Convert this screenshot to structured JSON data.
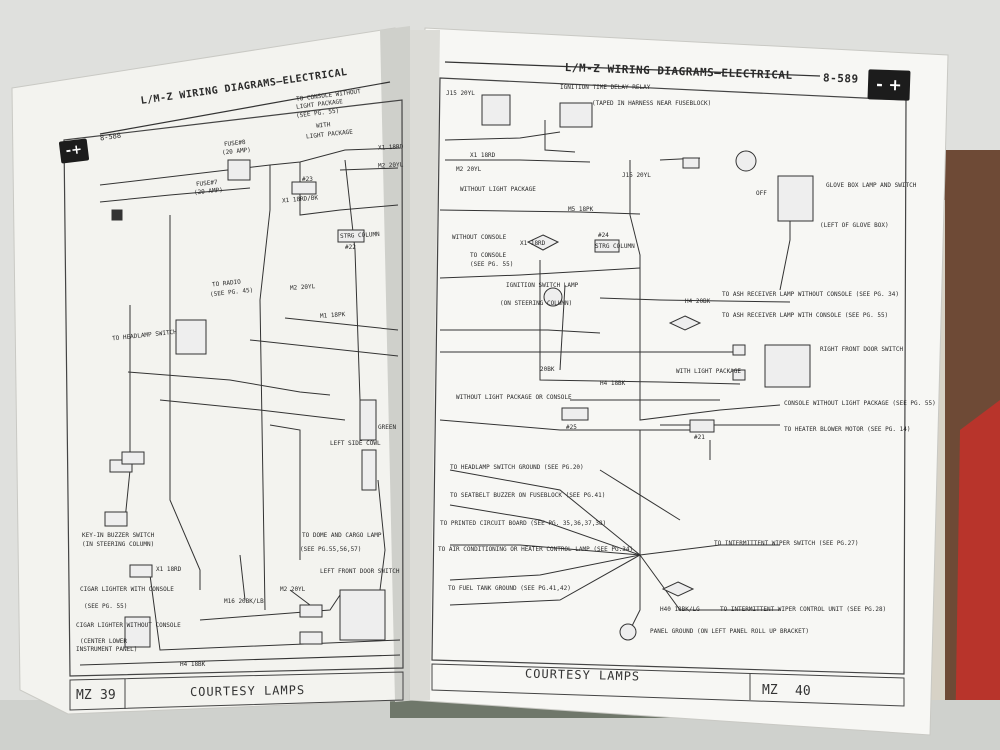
{
  "left_page": {
    "page_number": "8-588",
    "header": "L/M-Z WIRING DIAGRAMS—ELECTRICAL",
    "footer_code": "MZ",
    "footer_page": "39",
    "footer_title": "COURTESY LAMPS",
    "labels": [
      "TO CONSOLE WITHOUT",
      "LIGHT PACKAGE",
      "(SEE PG. 55)",
      "WITH",
      "LIGHT PACKAGE",
      "FUSE#8",
      "(20 AMP)",
      "FUSE#7",
      "(20 AMP)",
      "X1 18RD",
      "M2 20YL",
      "X1 18RD/BK",
      "STRG COLUMN",
      "#22",
      "#23",
      "TO RADIO",
      "(SEE PG. 45)",
      "TO HEADLAMP SWITCH",
      "M1 18PK",
      "M2 20YL",
      "LEFT SIDE COWL",
      "GREEN",
      "TO DOME AND CARGO LAMP",
      "(SEE PG.55,56,57)",
      "LEFT FRONT DOOR SWITCH",
      "M16 20BK/LB",
      "M2 20YL",
      "CIGAR LIGHTER WITH CONSOLE",
      "(SEE PG. 55)",
      "CIGAR LIGHTER WITHOUT CONSOLE",
      "(CENTER LOWER",
      "INSTRUMENT PANEL)",
      "KEY-IN BUZZER SWITCH",
      "(IN STEERING COLUMN)",
      "H4 18BK",
      "X1 18RD"
    ]
  },
  "right_page": {
    "page_number": "8-589",
    "header": "L/M-Z WIRING DIAGRAMS—ELECTRICAL",
    "footer_code": "MZ",
    "footer_page": "40",
    "footer_title": "COURTESY LAMPS",
    "labels": [
      "IGNITION TIME DELAY RELAY",
      "(TAPED IN HARNESS NEAR FUSEBLOCK)",
      "J15 20YL",
      "X1 18RD",
      "M2 20YL",
      "WITHOUT LIGHT PACKAGE",
      "M5 18PK",
      "J15 20YL",
      "GLOVE BOX LAMP AND SWITCH",
      "(LEFT OF GLOVE BOX)",
      "OFF",
      "WITHOUT CONSOLE",
      "TO CONSOLE",
      "(SEE PG. 55)",
      "X1 18RD",
      "#24",
      "STRG COLUMN",
      "IGNITION SWITCH LAMP",
      "(ON STEERING COLUMN)",
      "H4 20BK",
      "TO ASH RECEIVER LAMP WITHOUT CONSOLE (SEE PG. 34)",
      "TO ASH RECEIVER LAMP WITH CONSOLE (SEE PG. 55)",
      "RIGHT FRONT DOOR SWITCH",
      "20BK",
      "H4 18BK",
      "WITH LIGHT PACKAGE",
      "WITHOUT LIGHT PACKAGE OR CONSOLE",
      "#25",
      "#21",
      "CONSOLE WITHOUT LIGHT PACKAGE (SEE PG. 55)",
      "TO HEATER BLOWER MOTOR (SEE PG. 14)",
      "TO HEADLAMP SWITCH GROUND (SEE PG.20)",
      "TO SEATBELT BUZZER ON FUSEBLOCK (SEE PG.41)",
      "TO PRINTED CIRCUIT BOARD (SEE PG. 35,36,37,38)",
      "TO AIR CONDITIONING OR HEATER CONTROL LAMP (SEE PG.34)",
      "TO FUEL TANK GROUND (SEE PG.41,42)",
      "TO INTERMITTENT WIPER SWITCH (SEE PG.27)",
      "TO INTERMITTENT WIPER CONTROL UNIT (SEE PG.28)",
      "PANEL GROUND (ON LEFT PANEL ROLL UP BRACKET)",
      "H40 18BK/LG"
    ]
  },
  "colors": {
    "background": "#d9dbd8",
    "paper": "#f6f6f3",
    "ink": "#2a2a2a",
    "book_red": "#b8342b",
    "book_brown": "#6e4a36"
  }
}
